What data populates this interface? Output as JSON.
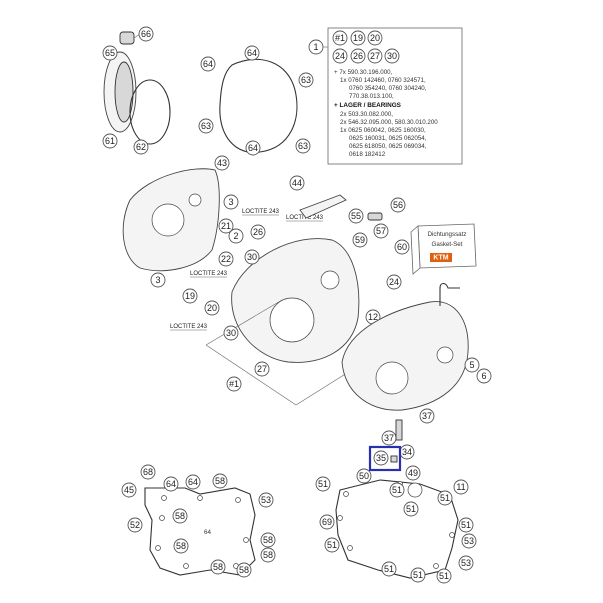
{
  "info_box": {
    "header_callout": "1",
    "ref_callouts": [
      "#1",
      "19",
      "20",
      "24",
      "26",
      "27",
      "30"
    ],
    "lines": [
      "+ 7x 590.30.196.000,",
      "1x 0760 142460, 0760 324571,",
      "0760 354240, 0760 304240,",
      "770.38.013.100,",
      "+ LAGER / BEARINGS",
      "2x 503.30.082.000,",
      "2x 546.32.095.000, 580.30.010.200",
      "1x 0625 060042, 0625 160030,",
      "0625 160031, 0625 062054,",
      "0625 618050, 0625 069034,",
      "0618 182412"
    ]
  },
  "gasket_set": {
    "line1": "Dichtungssatz",
    "line2": "Gasket-Set",
    "brand": "KTM",
    "callout": "60"
  },
  "loctite": [
    "LOCTITE 243",
    "LOCTITE 243",
    "LOCTITE 243",
    "LOCTITE 243"
  ],
  "callouts": {
    "c66": "66",
    "c65": "65",
    "c61": "61",
    "c62": "62",
    "c64a": "64",
    "c63a": "63",
    "c63b": "63",
    "c64b": "64",
    "c63c": "63",
    "c43": "43",
    "c3a": "3",
    "c21": "21",
    "c2": "2",
    "c22": "22",
    "c3b": "3",
    "c26": "26",
    "c30a": "30",
    "c44": "44",
    "c55": "55",
    "c56": "56",
    "c59": "59",
    "c57": "57",
    "c24": "24",
    "c19": "19",
    "c20": "20",
    "c30b": "30",
    "c12": "12",
    "c27": "27",
    "c1b": "#1",
    "c5": "5",
    "c6": "6",
    "c37a": "37",
    "c37b": "37",
    "c34": "34",
    "c35": "35",
    "c50": "50",
    "c68": "68",
    "c45": "45",
    "c64c": "64",
    "c64d": "64",
    "c64e": "64",
    "c53a": "53",
    "c58a": "58",
    "c58b": "58",
    "c52": "52",
    "c58c": "58",
    "c58d": "58",
    "c58e": "58",
    "c58f": "58",
    "c58g": "58",
    "c51a": "51",
    "c51b": "51",
    "c51c": "51",
    "c51d": "51",
    "c51e": "51",
    "c51f": "51",
    "c51g": "51",
    "c51h": "51",
    "c51i": "51",
    "c69": "69",
    "c49": "49",
    "c11": "11",
    "c53b": "53",
    "c53c": "53"
  },
  "highlight": {
    "color": "#2a2fb0",
    "target_callout": "35"
  }
}
